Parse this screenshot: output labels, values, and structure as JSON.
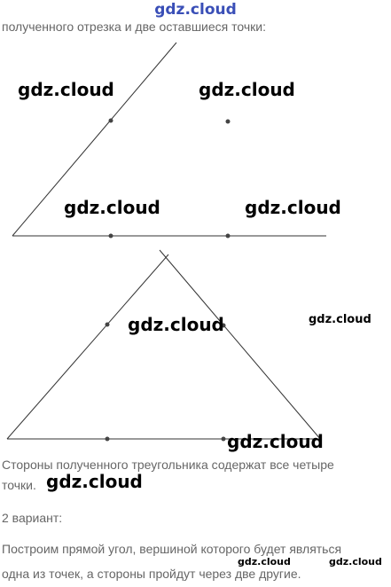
{
  "header": {
    "site_label": "gdz.cloud"
  },
  "text": {
    "intro_line": "полученного отрезка и две оставшиеся точки:",
    "triangle_sentence_line1": "Стороны полученного треугольника содержат все четыре",
    "triangle_sentence_line2": "точки.",
    "variant_heading": "2 вариант:",
    "right_angle_line1": "Построим прямой угол, вершиной которого будет являться",
    "right_angle_line2": "одна из точек, а стороны пройдут через две другие."
  },
  "watermarks": {
    "fig1_upper_left": "gdz.cloud",
    "fig1_upper_right": "gdz.cloud",
    "fig1_lower_left": "gdz.cloud",
    "fig1_lower_right": "gdz.cloud",
    "fig2_center": "gdz.cloud",
    "fig2_right": "gdz.cloud",
    "fig2_bottom": "gdz.cloud",
    "text_watermark": "gdz.cloud",
    "footer_left": "gdz.cloud",
    "footer_right": "gdz.cloud"
  },
  "colors": {
    "brand": "#3a4fb7",
    "text": "#666666",
    "lines": "#333333"
  }
}
